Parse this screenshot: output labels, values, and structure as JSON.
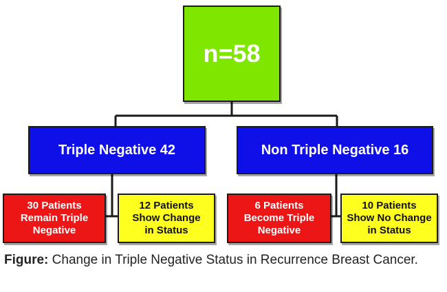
{
  "diagram": {
    "root": {
      "label": "n=58"
    },
    "groups": [
      {
        "label": "Triple Negative 42"
      },
      {
        "label": "Non Triple Negative 16"
      }
    ],
    "leaves": [
      {
        "label": "30 Patients\nRemain Triple\nNegative"
      },
      {
        "label": "12 Patients\nShow Change\nin Status"
      },
      {
        "label": "6 Patients\nBecome Triple\nNegative"
      },
      {
        "label": "10 Patients\nShow No Change\nin Status"
      }
    ]
  },
  "colors": {
    "root": "#7fe600",
    "group": "#0f0fe8",
    "leaf_red": "#ec1616",
    "leaf_yellow": "#ffff1f"
  },
  "caption": {
    "prefix": "Figure:",
    "text": " Change in Triple Negative Status in Recurrence Breast Cancer."
  }
}
